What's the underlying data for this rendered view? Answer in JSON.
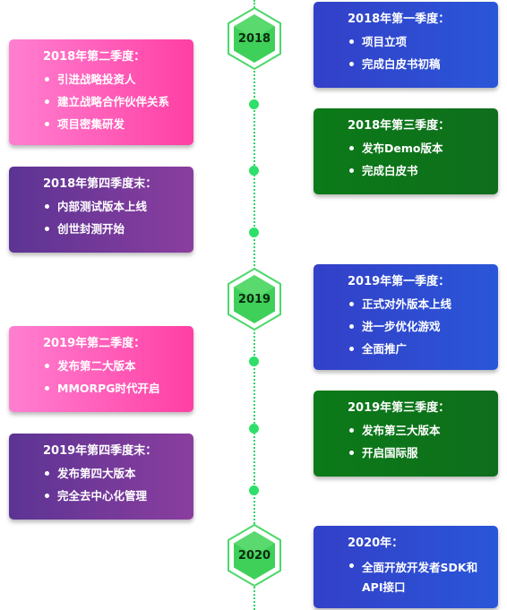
{
  "milestones": [
    {
      "year": "2018"
    },
    {
      "year": "2019"
    },
    {
      "year": "2020"
    }
  ],
  "cards": [
    {
      "title": "2018年第一季度：",
      "items": [
        "项目立项",
        "完成白皮书初稿"
      ]
    },
    {
      "title": "2018年第二季度：",
      "items": [
        "引进战略投资人",
        "建立战略合作伙伴关系",
        "项目密集研发"
      ]
    },
    {
      "title": "2018年第三季度：",
      "items": [
        "发布Demo版本",
        "完成白皮书"
      ]
    },
    {
      "title": "2018年第四季度末：",
      "items": [
        "内部测试版本上线",
        "创世封测开始"
      ]
    },
    {
      "title": "2019年第一季度：",
      "items": [
        "正式对外版本上线",
        "进一步优化游戏",
        "全面推广"
      ]
    },
    {
      "title": "2019年第二季度：",
      "items": [
        "发布第二大版本",
        "MMORPG时代开启"
      ]
    },
    {
      "title": "2019年第三季度：",
      "items": [
        "发布第三大版本",
        "开启国际服"
      ]
    },
    {
      "title": "2019年第四季度末：",
      "items": [
        "发布第四大版本",
        "完全去中心化管理"
      ]
    },
    {
      "title": "2020年：",
      "items": [
        "全面开放开发者SDK和API接口"
      ]
    }
  ]
}
